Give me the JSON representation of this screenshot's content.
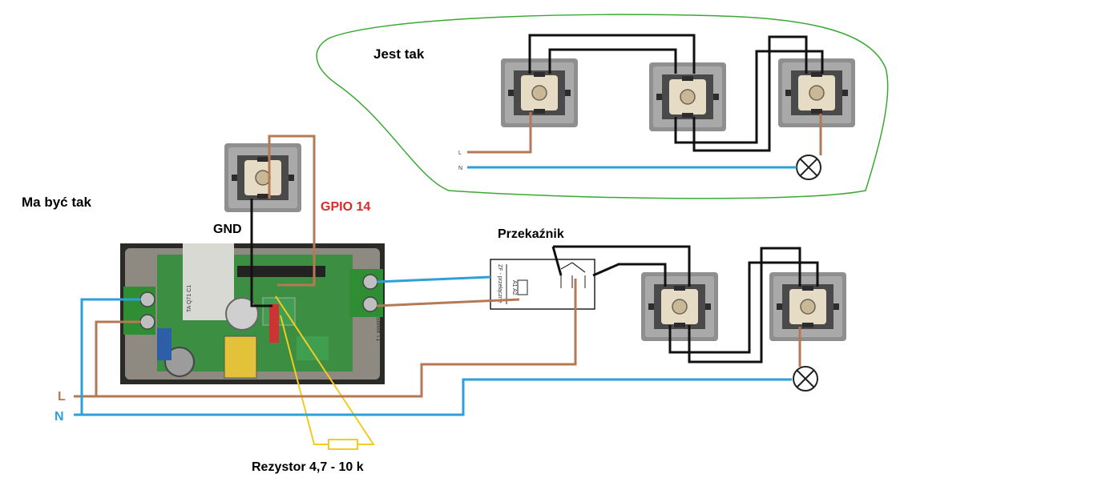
{
  "labels": {
    "jest_tak": "Jest tak",
    "ma_byc_tak": "Ma być tak",
    "gpio": "GPIO 14",
    "gnd": "GND",
    "przekaznik": "Przekaźnik",
    "rezystor": "Rezystor 4,7 - 10 k",
    "L": "L",
    "N": "N",
    "top_L": "L",
    "top_N": "N"
  },
  "relay": {
    "side_text": "ZF - przełączne",
    "terminal_text": "A1 A2"
  },
  "board": {
    "right_text": "Sonoff T1",
    "relay_text": "TA Q71 C1"
  },
  "colors": {
    "live_wire": "#b57a55",
    "neutral_wire": "#2e9fd8",
    "signal_wire": "#111111",
    "resistor_wire": "#f2cc1f",
    "outline": "#3aa832",
    "gpio_label": "#d92a2a"
  },
  "icons": {
    "switch": "wall-switch-icon",
    "lamp": "lamp-icon",
    "relay": "relay-icon",
    "resistor": "resistor-icon"
  }
}
